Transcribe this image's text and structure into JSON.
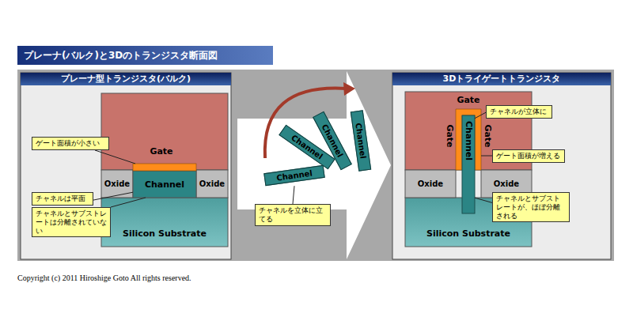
{
  "diagram": {
    "title": "プレーナ(バルク)と3Dのトランジスタ断面図",
    "nodes": [
      {
        "text": [
          "プレーナ型トランジスタ(バルク)"
        ]
      },
      {
        "text": [
          "Gate"
        ],
        "in": 0
      },
      {
        "text": [
          "Oxide"
        ],
        "in": 0
      },
      {
        "text": [
          "Channel"
        ],
        "in": 0
      },
      {
        "text": [
          "Oxide"
        ],
        "in": 0
      },
      {
        "text": [
          "ゲート面積が小さい"
        ],
        "in": 0
      },
      {
        "text": [
          "チャネルは平面"
        ],
        "in": 0
      },
      {
        "text": [
          "チャネルとサブストレートは分離されていない"
        ],
        "in": 0
      },
      {
        "text": [
          "Silicon Substrate"
        ],
        "in": 0
      },
      {
        "text": [
          "Channel"
        ]
      },
      {
        "text": [
          "Channel"
        ]
      },
      {
        "text": [
          "Channel"
        ]
      },
      {
        "text": [
          "Channel"
        ]
      },
      {
        "text": [
          "チャネルを立体に立てる"
        ]
      },
      {
        "text": [
          "3Dトライゲートトランジスタ"
        ]
      },
      {
        "text": [
          "Gate",
          "Gate",
          "Gate"
        ],
        "in": 14
      },
      {
        "text": [
          "チャネルが立体に"
        ],
        "in": 14
      },
      {
        "text": [
          "Channel"
        ],
        "in": 14
      },
      {
        "text": [
          "ゲート面積が増える"
        ],
        "in": 14
      },
      {
        "text": [
          "Oxide"
        ],
        "in": 14
      },
      {
        "text": [
          "Oxide"
        ],
        "in": 14
      },
      {
        "text": [
          "チャネルとサブストレートが、ほぼ分離される"
        ],
        "in": 14
      },
      {
        "text": [
          "Silicon Substrate"
        ],
        "in": 14
      }
    ],
    "edges": [
      {
        "from": 6,
        "to": 3,
        "arrow": "none"
      },
      {
        "from": 7,
        "to": 3,
        "arrow": "none"
      },
      {
        "from": 13,
        "to": 9,
        "arrow": "none"
      },
      {
        "from": 16,
        "to": 17,
        "arrow": "none"
      },
      {
        "from": 21,
        "to": 17,
        "arrow": "none"
      }
    ],
    "labels": [
      "Copyright (c) 2011 Hiroshige Goto All rights reserved."
    ]
  }
}
